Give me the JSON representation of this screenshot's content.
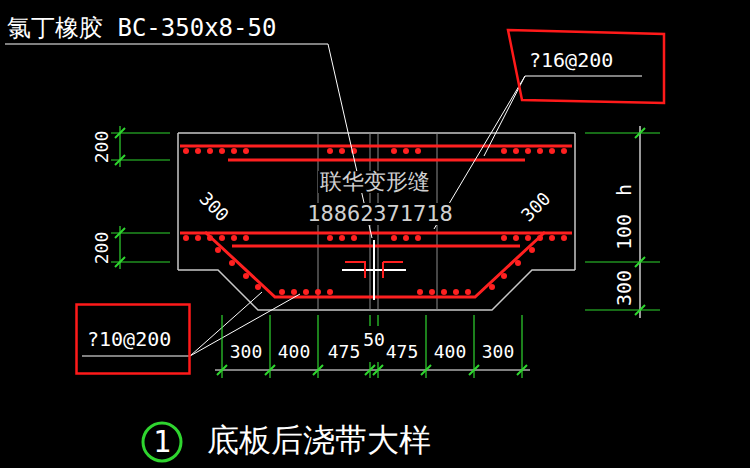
{
  "diagram": {
    "caption": "底板后浇带大样",
    "nodes": [
      {
        "text": [
          "?16@200"
        ]
      },
      {
        "text": [
          "?10@200"
        ]
      },
      {
        "text": [
          "1"
        ]
      }
    ],
    "labels": [
      "氯丁橡胶 BC-350x8-50",
      "200",
      "200",
      "300",
      "300",
      "联华变形缝",
      "18862371718",
      "100",
      "h",
      "300",
      "50",
      "300",
      "400",
      "475",
      "475",
      "400",
      "300"
    ]
  }
}
